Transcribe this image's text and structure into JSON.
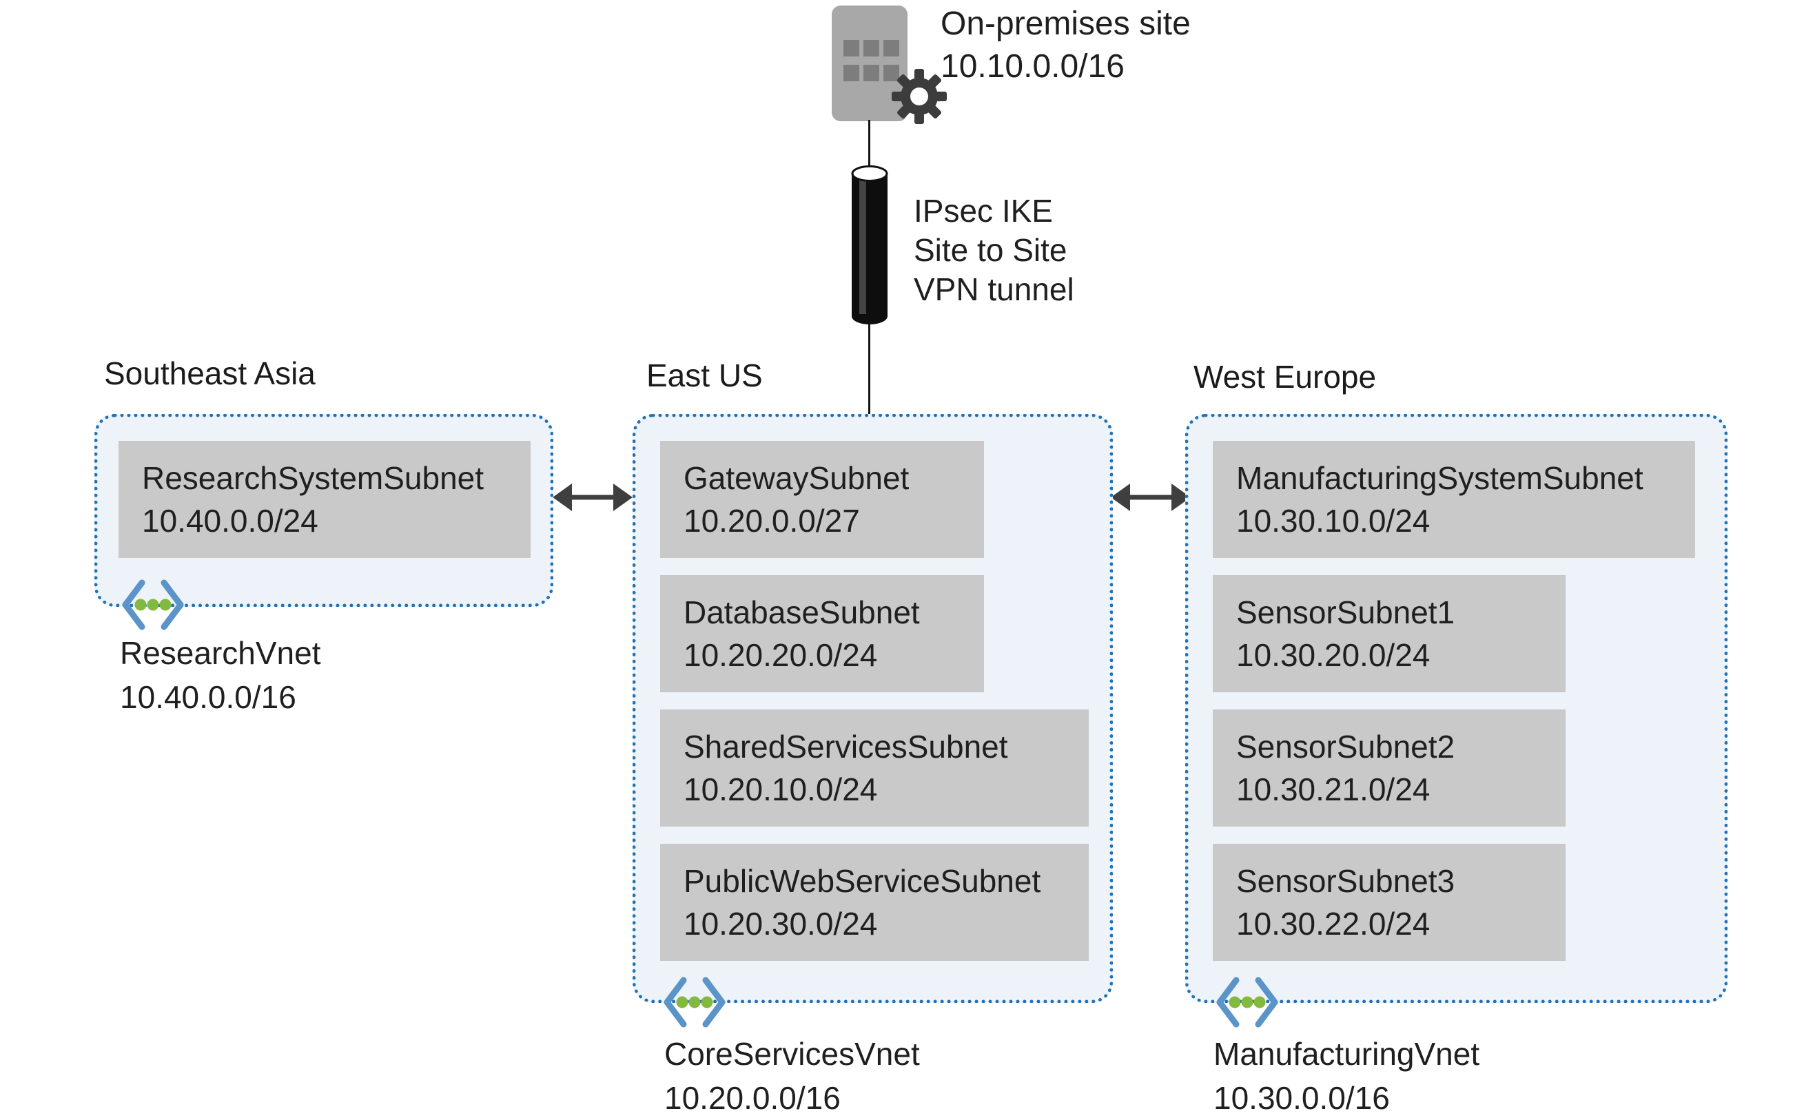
{
  "on_premises": {
    "label": "On-premises site",
    "cidr": "10.10.0.0/16"
  },
  "tunnel": {
    "lines": [
      "IPsec IKE",
      "Site to Site",
      "VPN tunnel"
    ]
  },
  "vnets": [
    {
      "region": "Southeast Asia",
      "name": "ResearchVnet",
      "cidr": "10.40.0.0/16",
      "subnets": [
        {
          "name": "ResearchSystemSubnet",
          "cidr": "10.40.0.0/24"
        }
      ]
    },
    {
      "region": "East US",
      "name": "CoreServicesVnet",
      "cidr": "10.20.0.0/16",
      "subnets": [
        {
          "name": "GatewaySubnet",
          "cidr": "10.20.0.0/27"
        },
        {
          "name": "DatabaseSubnet",
          "cidr": "10.20.20.0/24"
        },
        {
          "name": "SharedServicesSubnet",
          "cidr": "10.20.10.0/24"
        },
        {
          "name": "PublicWebServiceSubnet",
          "cidr": "10.20.30.0/24"
        }
      ]
    },
    {
      "region": "West Europe",
      "name": "ManufacturingVnet",
      "cidr": "10.30.0.0/16",
      "subnets": [
        {
          "name": "ManufacturingSystemSubnet",
          "cidr": "10.30.10.0/24"
        },
        {
          "name": "SensorSubnet1",
          "cidr": "10.30.20.0/24"
        },
        {
          "name": "SensorSubnet2",
          "cidr": "10.30.21.0/24"
        },
        {
          "name": "SensorSubnet3",
          "cidr": "10.30.22.0/24"
        }
      ]
    }
  ],
  "icons": {
    "building": "office-building",
    "gear": "settings-gear",
    "tunnel": "vpn-tunnel-cylinder",
    "vnet": "angle-brackets-with-three-dots",
    "peering": "double-headed-arrow"
  },
  "colors": {
    "border_blue": "#1f72b8",
    "region_fill": "#edf3f8",
    "subnet_fill": "#c9c9c9",
    "bracket_blue": "#5b94c9",
    "dot_green": "#84b940",
    "dark_gray": "#3f3f3f",
    "building_gray": "#a8a8a8",
    "text": "#1f1f1f"
  }
}
